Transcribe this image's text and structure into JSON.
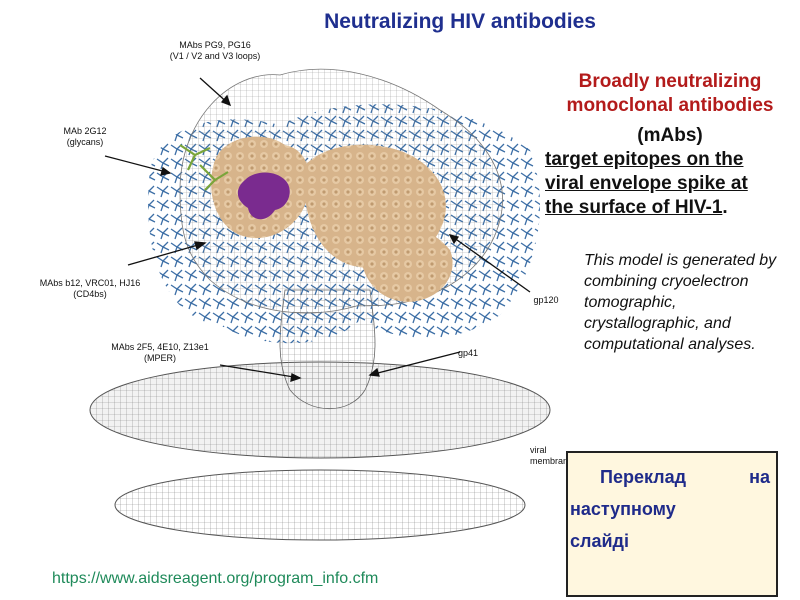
{
  "title": "Neutralizing HIV antibodies",
  "figure": {
    "labels": {
      "pg9": "MAbs PG9, PG16\n(V1 / V2 and V3 loops)",
      "g12": "MAb 2G12\n(glycans)",
      "b12": "MAbs b12, VRC01, HJ16\n(CD4bs)",
      "mper": "MAbs 2F5, 4E10, Z13e1\n(MPER)",
      "gp120": "gp120",
      "gp41": "gp41",
      "membrane": "viral\nmembrane"
    },
    "colors": {
      "mesh": "#8a8a8a",
      "glycan": "#3d6fa6",
      "protein": "#d7b48b",
      "green": "#7aa53a",
      "purple": "#7a2b8f"
    }
  },
  "right": {
    "heading_lines": [
      "Broadly neutralizing",
      "monoclonal antibodies"
    ],
    "mabs": "(mAbs)",
    "target_lines": [
      "target epitopes on the",
      "viral envelope spike at",
      "the surface of HIV-1"
    ],
    "period": "."
  },
  "model_note": "This model is generated by combining cryoelectron tomographic, crystallographic, and computational analyses.",
  "translation_box": {
    "w1": "Переклад",
    "w2": "на",
    "line2": "наступному",
    "line3": "слайді"
  },
  "url": "https://www.aidsreagent.org/program_info.cfm"
}
